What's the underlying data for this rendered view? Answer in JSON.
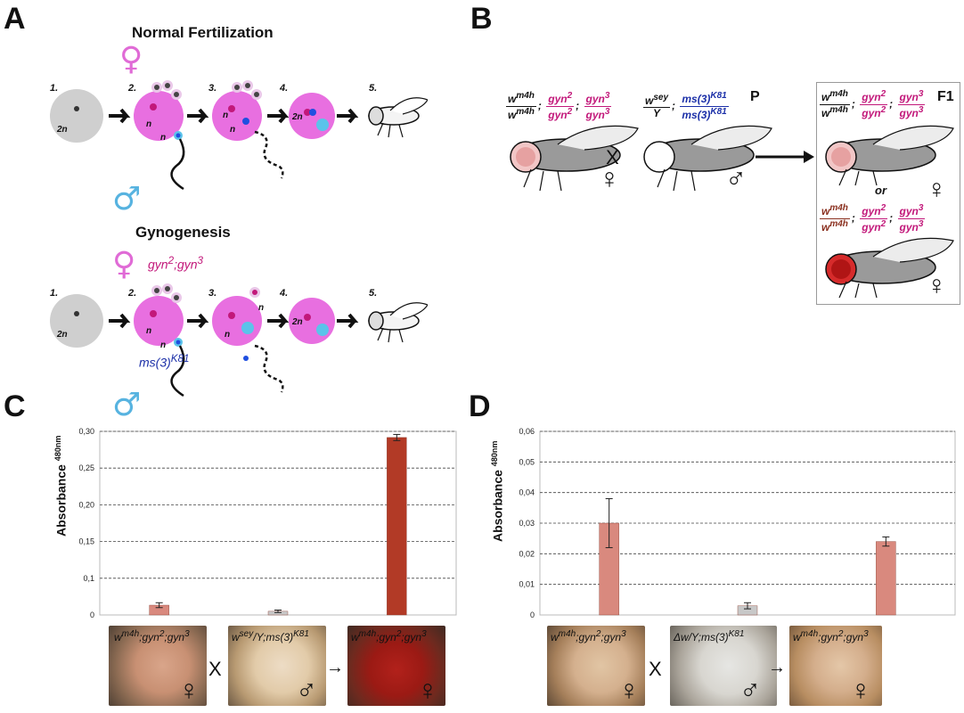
{
  "panels": {
    "A": {
      "letter": "A",
      "normal": {
        "title": "Normal Fertilization",
        "steps": [
          "1.",
          "2.",
          "3.",
          "4.",
          "5."
        ],
        "labels": {
          "diploid": "2n",
          "haploid": "n"
        }
      },
      "gyno": {
        "title": "Gynogenesis",
        "steps": [
          "1.",
          "2.",
          "3.",
          "4.",
          "5."
        ],
        "female_genotype": "gyn2;gyn3",
        "male_genotype": "ms(3)K81",
        "labels": {
          "diploid": "2n",
          "haploid": "n"
        }
      }
    },
    "B": {
      "letter": "B",
      "parental_label": "P",
      "f1_label": "F1",
      "cross_symbol": "X",
      "or_text": "or",
      "female_parent": {
        "w_num": "w",
        "w_num_sup": "m4h",
        "w_den": "w",
        "w_den_sup": "m4h",
        "gyn2_num": "gyn",
        "gyn2_sup": "2",
        "gyn3_num": "gyn",
        "gyn3_sup": "3"
      },
      "male_parent": {
        "w_num": "w",
        "w_num_sup": "sey",
        "w_den": "Y",
        "ms_num": "ms(3)",
        "ms_sup": "K81"
      }
    },
    "C": {
      "letter": "C",
      "ylabel": "Absorbance",
      "ylabel_sup": "480nm",
      "captions": [
        {
          "pre": "w",
          "sup": "m4h",
          "post": ";gyn",
          "sup2": "2",
          "post2": ";gyn",
          "sup3": "3"
        },
        {
          "pre": "w",
          "sup": "sey",
          "post": "/Y;ms(3)",
          "sup2": "K81",
          "post2": "",
          "sup3": ""
        },
        {
          "pre": "w",
          "sup": "m4h",
          "post": ";gyn",
          "sup2": "2",
          "post2": ";gyn",
          "sup3": "3"
        }
      ]
    },
    "D": {
      "letter": "D",
      "ylabel": "Absorbance",
      "ylabel_sup": "480nm",
      "captions": [
        {
          "pre": "w",
          "sup": "m4h",
          "post": ";gyn",
          "sup2": "2",
          "post2": ";gyn",
          "sup3": "3"
        },
        {
          "pre": "Δw/Y;ms(3)",
          "sup": "K81",
          "post": "",
          "sup2": "",
          "post2": "",
          "sup3": ""
        },
        {
          "pre": "w",
          "sup": "m4h",
          "post": ";gyn",
          "sup2": "2",
          "post2": ";gyn",
          "sup3": "3"
        }
      ]
    }
  },
  "symbols": {
    "female": "♀",
    "male": "♂",
    "cross": "X",
    "arrow": "➜",
    "small_arrow": "→"
  },
  "colors": {
    "magenta": "#e86fe0",
    "blue_nucleus": "#1f4fe0",
    "cyan": "#5bc3ea",
    "gray_egg": "#cfcfcf",
    "bar_light": "#d9897e",
    "bar_gray": "#c8c8c8",
    "bar_dark": "#b23a26",
    "female_sym": "#e06bd6",
    "male_sym": "#57b3e0"
  },
  "chart_data": [
    {
      "type": "bar",
      "title": "",
      "ylabel": "Absorbance 480nm",
      "yticks": [
        "0",
        "0,1",
        "0,15",
        "0,20",
        "0,25",
        "0,30"
      ],
      "ylim": [
        0,
        0.3
      ],
      "categories": [
        "wm4h;gyn2;gyn3 ♀",
        "wsey/Y;ms(3)K81 ♂",
        "wm4h;gyn2;gyn3 ♀"
      ],
      "values": [
        0.016,
        0.006,
        0.29
      ],
      "errors": [
        0.004,
        0.002,
        0.005
      ],
      "bar_colors": [
        "#d9897e",
        "#c8c8c8",
        "#b23a26"
      ],
      "grid": true
    },
    {
      "type": "bar",
      "title": "",
      "ylabel": "Absorbance 480nm",
      "yticks": [
        "0",
        "0,01",
        "0,02",
        "0,03",
        "0,04",
        "0,05",
        "0,06"
      ],
      "ylim": [
        0,
        0.06
      ],
      "categories": [
        "wm4h;gyn2;gyn3 ♀",
        "Δw/Y;ms(3)K81 ♂",
        "wm4h;gyn2;gyn3 ♀"
      ],
      "values": [
        0.03,
        0.003,
        0.024
      ],
      "errors": [
        0.008,
        0.001,
        0.0015
      ],
      "bar_colors": [
        "#d9897e",
        "#c8c8c8",
        "#d9897e"
      ],
      "grid": true
    }
  ]
}
